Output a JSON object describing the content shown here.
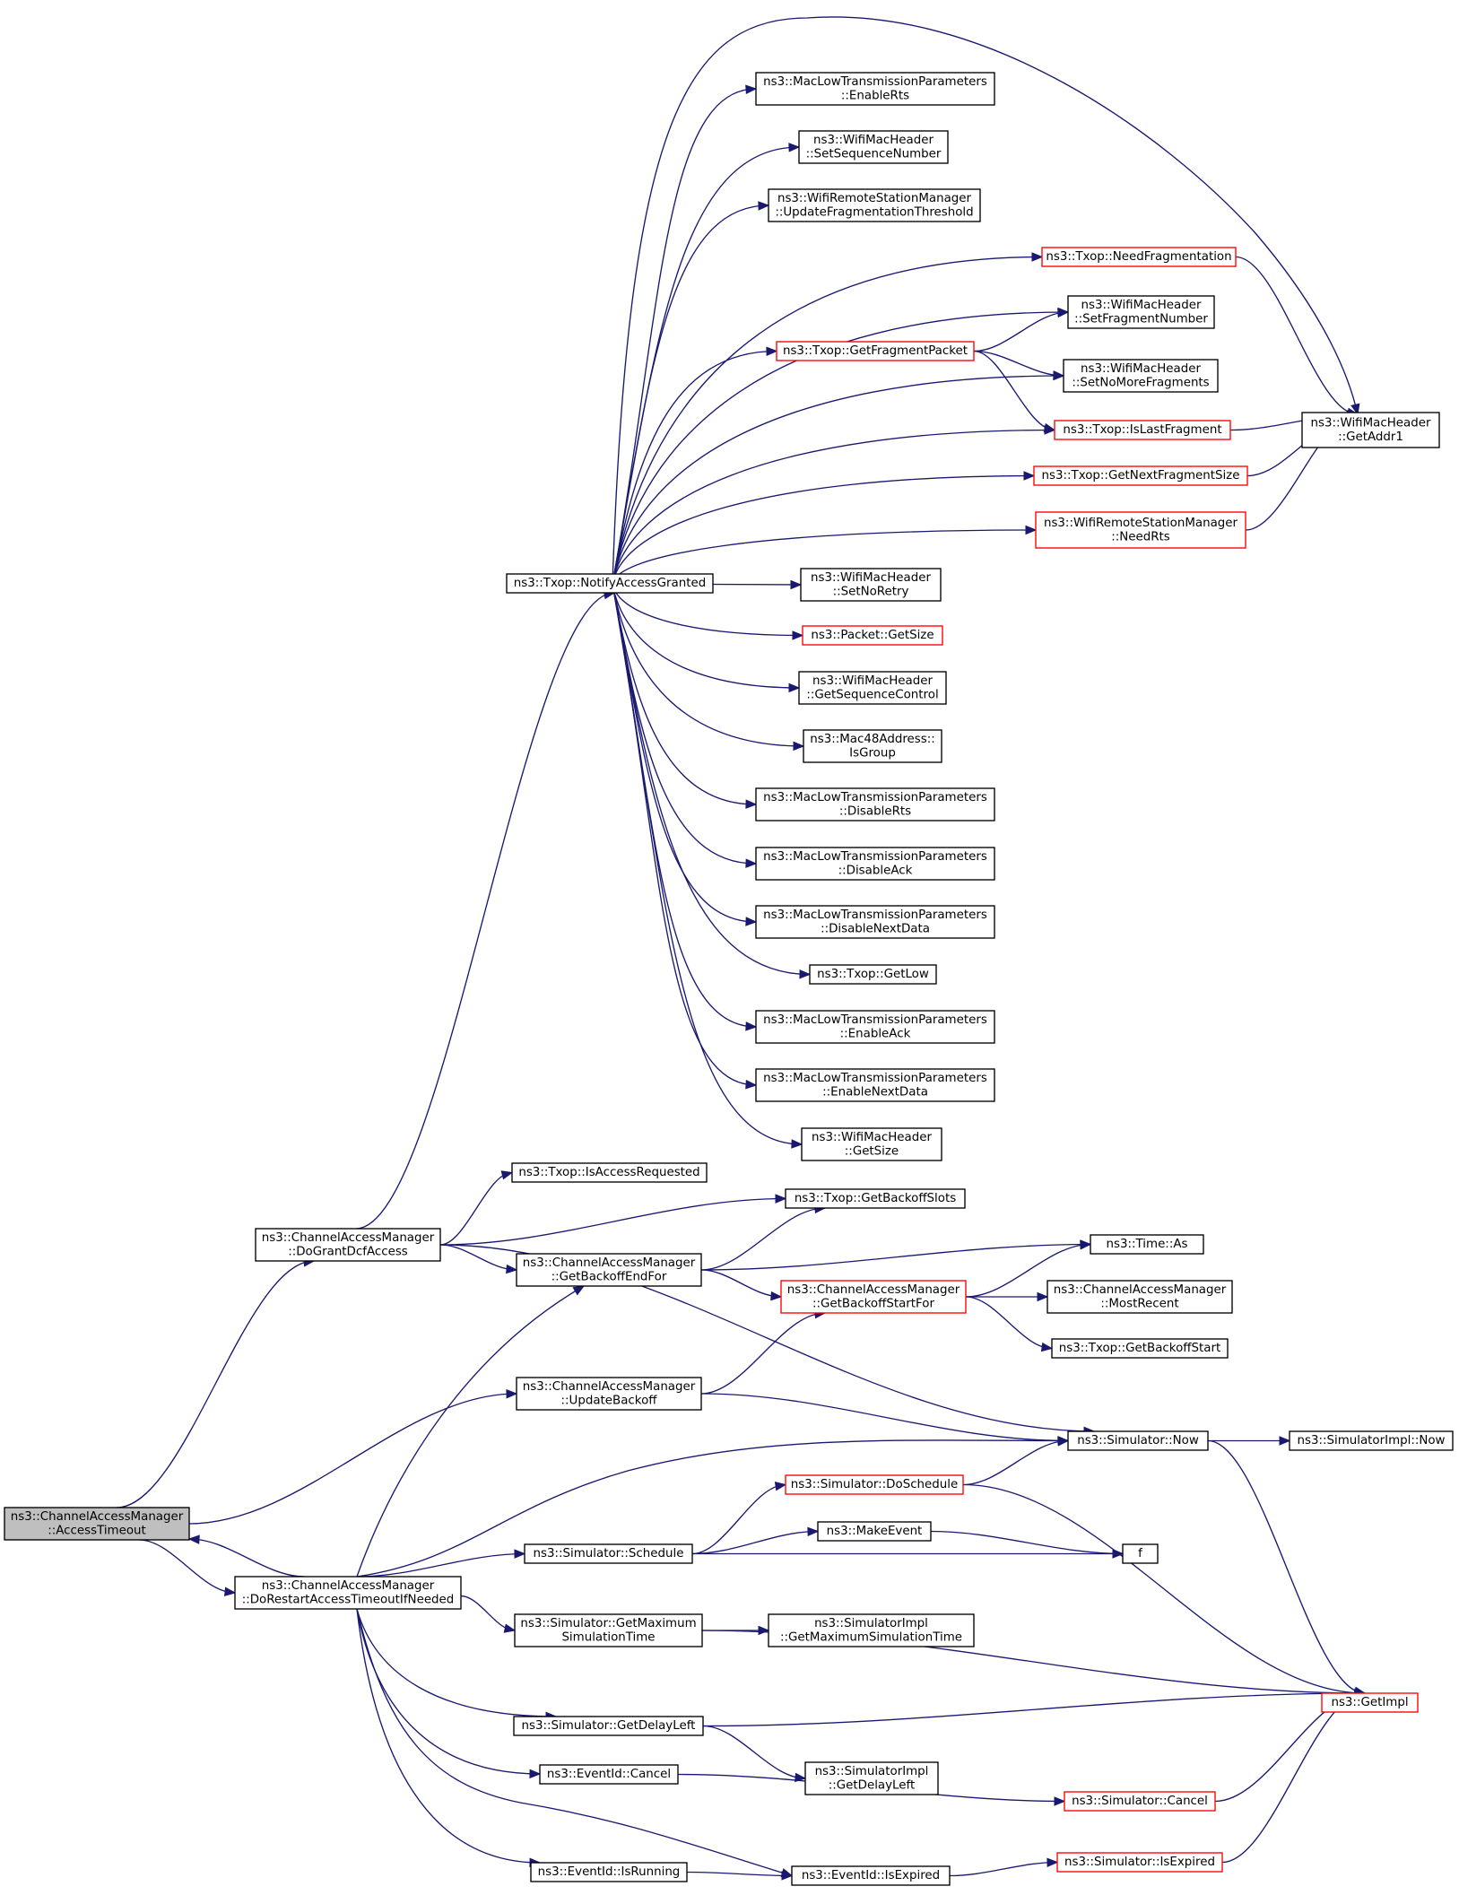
{
  "graph": {
    "type": "call-graph",
    "colors": {
      "edge": "#191970",
      "node_border": "#000000",
      "node_border_truncated": "#ff0000",
      "root_fill": "#bfbfbf",
      "node_fill": "#ffffff"
    },
    "nodes": [
      {
        "id": "access_timeout",
        "lines": [
          "ns3::ChannelAccessManager",
          "::AccessTimeout"
        ],
        "style": "root"
      },
      {
        "id": "do_grant",
        "lines": [
          "ns3::ChannelAccessManager",
          "::DoGrantDcfAccess"
        ],
        "style": "normal"
      },
      {
        "id": "do_restart",
        "lines": [
          "ns3::ChannelAccessManager",
          "::DoRestartAccessTimeoutIfNeeded"
        ],
        "style": "normal"
      },
      {
        "id": "notify_access_granted",
        "lines": [
          "ns3::Txop::NotifyAccessGranted"
        ],
        "style": "normal"
      },
      {
        "id": "enable_rts",
        "lines": [
          "ns3::MacLowTransmissionParameters",
          "::EnableRts"
        ],
        "style": "normal"
      },
      {
        "id": "set_seq_num",
        "lines": [
          "ns3::WifiMacHeader",
          "::SetSequenceNumber"
        ],
        "style": "normal"
      },
      {
        "id": "update_frag",
        "lines": [
          "ns3::WifiRemoteStationManager",
          "::UpdateFragmentationThreshold"
        ],
        "style": "normal"
      },
      {
        "id": "need_frag",
        "lines": [
          "ns3::Txop::NeedFragmentation"
        ],
        "style": "red"
      },
      {
        "id": "set_frag_num",
        "lines": [
          "ns3::WifiMacHeader",
          "::SetFragmentNumber"
        ],
        "style": "normal"
      },
      {
        "id": "get_frag_packet",
        "lines": [
          "ns3::Txop::GetFragmentPacket"
        ],
        "style": "red"
      },
      {
        "id": "set_no_more_frag",
        "lines": [
          "ns3::WifiMacHeader",
          "::SetNoMoreFragments"
        ],
        "style": "normal"
      },
      {
        "id": "is_last_frag",
        "lines": [
          "ns3::Txop::IsLastFragment"
        ],
        "style": "red"
      },
      {
        "id": "get_addr1",
        "lines": [
          "ns3::WifiMacHeader",
          "::GetAddr1"
        ],
        "style": "normal"
      },
      {
        "id": "get_next_frag_size",
        "lines": [
          "ns3::Txop::GetNextFragmentSize"
        ],
        "style": "red"
      },
      {
        "id": "need_rts",
        "lines": [
          "ns3::WifiRemoteStationManager",
          "::NeedRts"
        ],
        "style": "red"
      },
      {
        "id": "set_no_retry",
        "lines": [
          "ns3::WifiMacHeader",
          "::SetNoRetry"
        ],
        "style": "normal"
      },
      {
        "id": "packet_get_size",
        "lines": [
          "ns3::Packet::GetSize"
        ],
        "style": "red"
      },
      {
        "id": "get_seq_control",
        "lines": [
          "ns3::WifiMacHeader",
          "::GetSequenceControl"
        ],
        "style": "normal"
      },
      {
        "id": "is_group",
        "lines": [
          "ns3::Mac48Address::",
          "IsGroup"
        ],
        "style": "normal"
      },
      {
        "id": "disable_rts",
        "lines": [
          "ns3::MacLowTransmissionParameters",
          "::DisableRts"
        ],
        "style": "normal"
      },
      {
        "id": "disable_ack",
        "lines": [
          "ns3::MacLowTransmissionParameters",
          "::DisableAck"
        ],
        "style": "normal"
      },
      {
        "id": "disable_next_data",
        "lines": [
          "ns3::MacLowTransmissionParameters",
          "::DisableNextData"
        ],
        "style": "normal"
      },
      {
        "id": "get_low",
        "lines": [
          "ns3::Txop::GetLow"
        ],
        "style": "normal"
      },
      {
        "id": "enable_ack",
        "lines": [
          "ns3::MacLowTransmissionParameters",
          "::EnableAck"
        ],
        "style": "normal"
      },
      {
        "id": "enable_next_data",
        "lines": [
          "ns3::MacLowTransmissionParameters",
          "::EnableNextData"
        ],
        "style": "normal"
      },
      {
        "id": "hdr_get_size",
        "lines": [
          "ns3::WifiMacHeader",
          "::GetSize"
        ],
        "style": "normal"
      },
      {
        "id": "is_access_requested",
        "lines": [
          "ns3::Txop::IsAccessRequested"
        ],
        "style": "normal"
      },
      {
        "id": "get_backoff_slots",
        "lines": [
          "ns3::Txop::GetBackoffSlots"
        ],
        "style": "normal"
      },
      {
        "id": "get_backoff_end_for",
        "lines": [
          "ns3::ChannelAccessManager",
          "::GetBackoffEndFor"
        ],
        "style": "normal"
      },
      {
        "id": "time_as",
        "lines": [
          "ns3::Time::As"
        ],
        "style": "normal"
      },
      {
        "id": "get_backoff_start_for",
        "lines": [
          "ns3::ChannelAccessManager",
          "::GetBackoffStartFor"
        ],
        "style": "red"
      },
      {
        "id": "most_recent",
        "lines": [
          "ns3::ChannelAccessManager",
          "::MostRecent"
        ],
        "style": "normal"
      },
      {
        "id": "txop_get_backoff_start",
        "lines": [
          "ns3::Txop::GetBackoffStart"
        ],
        "style": "normal"
      },
      {
        "id": "update_backoff",
        "lines": [
          "ns3::ChannelAccessManager",
          "::UpdateBackoff"
        ],
        "style": "normal"
      },
      {
        "id": "sim_now",
        "lines": [
          "ns3::Simulator::Now"
        ],
        "style": "normal"
      },
      {
        "id": "simimpl_now",
        "lines": [
          "ns3::SimulatorImpl::Now"
        ],
        "style": "normal"
      },
      {
        "id": "do_schedule",
        "lines": [
          "ns3::Simulator::DoSchedule"
        ],
        "style": "red"
      },
      {
        "id": "make_event",
        "lines": [
          "ns3::MakeEvent"
        ],
        "style": "normal"
      },
      {
        "id": "sim_schedule",
        "lines": [
          "ns3::Simulator::Schedule"
        ],
        "style": "normal"
      },
      {
        "id": "f",
        "lines": [
          "f"
        ],
        "style": "normal"
      },
      {
        "id": "get_max_sim_time",
        "lines": [
          "ns3::Simulator::GetMaximum",
          "SimulationTime"
        ],
        "style": "normal"
      },
      {
        "id": "simimpl_get_max",
        "lines": [
          "ns3::SimulatorImpl",
          "::GetMaximumSimulationTime"
        ],
        "style": "normal"
      },
      {
        "id": "get_impl",
        "lines": [
          "ns3::GetImpl"
        ],
        "style": "red"
      },
      {
        "id": "get_delay_left",
        "lines": [
          "ns3::Simulator::GetDelayLeft"
        ],
        "style": "normal"
      },
      {
        "id": "simimpl_get_delay_left",
        "lines": [
          "ns3::SimulatorImpl",
          "::GetDelayLeft"
        ],
        "style": "normal"
      },
      {
        "id": "eventid_cancel",
        "lines": [
          "ns3::EventId::Cancel"
        ],
        "style": "normal"
      },
      {
        "id": "sim_cancel",
        "lines": [
          "ns3::Simulator::Cancel"
        ],
        "style": "red"
      },
      {
        "id": "eventid_is_running",
        "lines": [
          "ns3::EventId::IsRunning"
        ],
        "style": "normal"
      },
      {
        "id": "eventid_is_expired",
        "lines": [
          "ns3::EventId::IsExpired"
        ],
        "style": "normal"
      },
      {
        "id": "sim_is_expired",
        "lines": [
          "ns3::Simulator::IsExpired"
        ],
        "style": "red"
      }
    ],
    "edges": [
      [
        "access_timeout",
        "do_grant"
      ],
      [
        "access_timeout",
        "do_restart"
      ],
      [
        "access_timeout",
        "update_backoff"
      ],
      [
        "do_restart",
        "access_timeout"
      ],
      [
        "do_grant",
        "notify_access_granted"
      ],
      [
        "do_grant",
        "is_access_requested"
      ],
      [
        "do_grant",
        "get_backoff_slots"
      ],
      [
        "do_grant",
        "get_backoff_end_for"
      ],
      [
        "do_grant",
        "sim_now"
      ],
      [
        "notify_access_granted",
        "enable_rts"
      ],
      [
        "notify_access_granted",
        "set_seq_num"
      ],
      [
        "notify_access_granted",
        "update_frag"
      ],
      [
        "notify_access_granted",
        "need_frag"
      ],
      [
        "notify_access_granted",
        "set_frag_num"
      ],
      [
        "notify_access_granted",
        "get_frag_packet"
      ],
      [
        "notify_access_granted",
        "set_no_more_frag"
      ],
      [
        "notify_access_granted",
        "is_last_frag"
      ],
      [
        "notify_access_granted",
        "get_next_frag_size"
      ],
      [
        "notify_access_granted",
        "need_rts"
      ],
      [
        "notify_access_granted",
        "get_addr1"
      ],
      [
        "notify_access_granted",
        "set_no_retry"
      ],
      [
        "notify_access_granted",
        "packet_get_size"
      ],
      [
        "notify_access_granted",
        "get_seq_control"
      ],
      [
        "notify_access_granted",
        "is_group"
      ],
      [
        "notify_access_granted",
        "disable_rts"
      ],
      [
        "notify_access_granted",
        "disable_ack"
      ],
      [
        "notify_access_granted",
        "disable_next_data"
      ],
      [
        "notify_access_granted",
        "get_low"
      ],
      [
        "notify_access_granted",
        "enable_ack"
      ],
      [
        "notify_access_granted",
        "enable_next_data"
      ],
      [
        "notify_access_granted",
        "hdr_get_size"
      ],
      [
        "need_frag",
        "get_addr1"
      ],
      [
        "get_frag_packet",
        "set_frag_num"
      ],
      [
        "get_frag_packet",
        "set_no_more_frag"
      ],
      [
        "get_frag_packet",
        "is_last_frag"
      ],
      [
        "is_last_frag",
        "get_addr1"
      ],
      [
        "get_next_frag_size",
        "get_addr1"
      ],
      [
        "need_rts",
        "get_addr1"
      ],
      [
        "get_backoff_end_for",
        "get_backoff_slots"
      ],
      [
        "get_backoff_end_for",
        "time_as"
      ],
      [
        "get_backoff_end_for",
        "get_backoff_start_for"
      ],
      [
        "get_backoff_start_for",
        "time_as"
      ],
      [
        "get_backoff_start_for",
        "most_recent"
      ],
      [
        "get_backoff_start_for",
        "txop_get_backoff_start"
      ],
      [
        "update_backoff",
        "get_backoff_start_for"
      ],
      [
        "update_backoff",
        "sim_now"
      ],
      [
        "do_restart",
        "get_backoff_end_for"
      ],
      [
        "do_restart",
        "sim_now"
      ],
      [
        "do_restart",
        "sim_schedule"
      ],
      [
        "do_restart",
        "get_max_sim_time"
      ],
      [
        "do_restart",
        "get_delay_left"
      ],
      [
        "do_restart",
        "eventid_cancel"
      ],
      [
        "do_restart",
        "eventid_is_running"
      ],
      [
        "do_restart",
        "eventid_is_expired"
      ],
      [
        "sim_now",
        "simimpl_now"
      ],
      [
        "sim_now",
        "get_impl"
      ],
      [
        "do_schedule",
        "sim_now"
      ],
      [
        "do_schedule",
        "get_impl"
      ],
      [
        "sim_schedule",
        "do_schedule"
      ],
      [
        "sim_schedule",
        "make_event"
      ],
      [
        "sim_schedule",
        "f"
      ],
      [
        "make_event",
        "f"
      ],
      [
        "get_max_sim_time",
        "simimpl_get_max"
      ],
      [
        "get_max_sim_time",
        "get_impl"
      ],
      [
        "get_delay_left",
        "get_impl"
      ],
      [
        "get_delay_left",
        "simimpl_get_delay_left"
      ],
      [
        "eventid_cancel",
        "sim_cancel"
      ],
      [
        "sim_cancel",
        "get_impl"
      ],
      [
        "eventid_is_running",
        "eventid_is_expired"
      ],
      [
        "eventid_is_expired",
        "sim_is_expired"
      ],
      [
        "sim_is_expired",
        "get_impl"
      ]
    ]
  }
}
